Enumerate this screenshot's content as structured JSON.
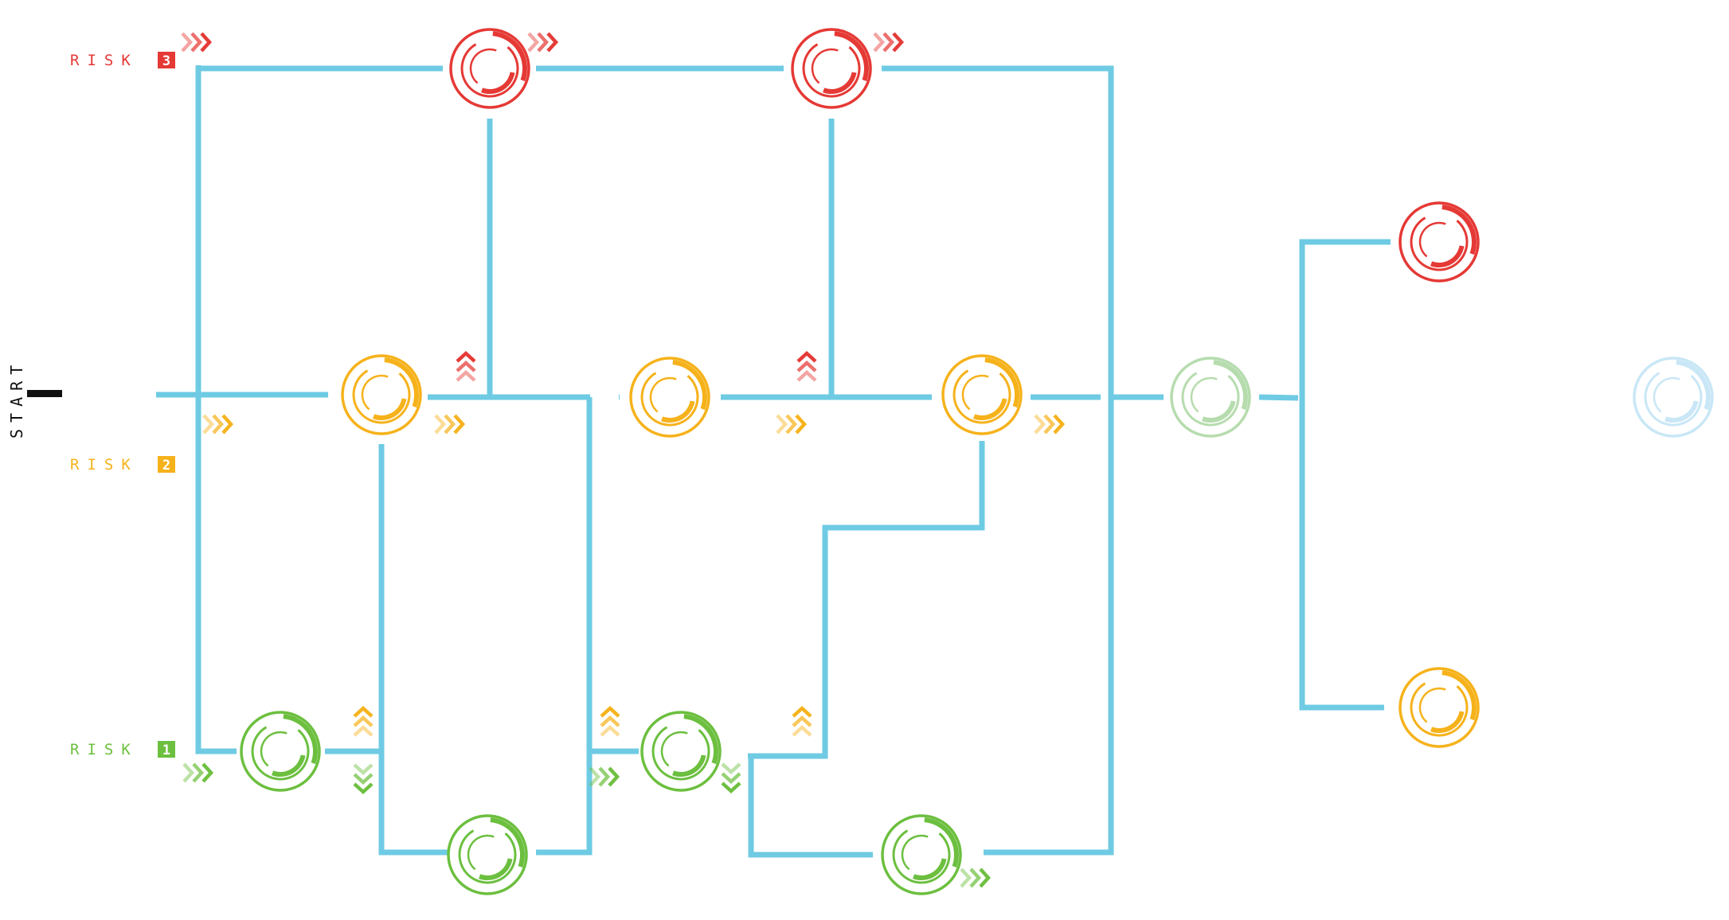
{
  "start_label": "START",
  "colors": {
    "line": "#6ecbe3",
    "risk3": "#e53935",
    "risk2": "#f6b21b",
    "risk1": "#6cbf3f",
    "faded_green": "#b6dcae",
    "faded_blue": "#c9e7f6",
    "start_bar": "#111111"
  },
  "risk_levels": [
    {
      "id": "risk3",
      "label": "RISK",
      "badge": "3",
      "color": "#e53935"
    },
    {
      "id": "risk2",
      "label": "RISK",
      "badge": "2",
      "color": "#f6b21b"
    },
    {
      "id": "risk1",
      "label": "RISK",
      "badge": "1",
      "color": "#6cbf3f"
    }
  ],
  "nodes": [
    {
      "id": "r3-a",
      "level": "risk3",
      "icon": "progress-ring-icon"
    },
    {
      "id": "r3-b",
      "level": "risk3",
      "icon": "progress-ring-icon"
    },
    {
      "id": "r3-end",
      "level": "risk3",
      "icon": "progress-ring-icon"
    },
    {
      "id": "r2-a",
      "level": "risk2",
      "icon": "progress-ring-icon"
    },
    {
      "id": "r2-b",
      "level": "risk2",
      "icon": "progress-ring-icon"
    },
    {
      "id": "r2-c",
      "level": "risk2",
      "icon": "progress-ring-icon"
    },
    {
      "id": "r2-end",
      "level": "risk2",
      "icon": "progress-ring-icon"
    },
    {
      "id": "merge",
      "level": "faded_green",
      "icon": "progress-ring-icon"
    },
    {
      "id": "future",
      "level": "faded_blue",
      "icon": "progress-ring-icon"
    },
    {
      "id": "r1-a",
      "level": "risk1",
      "icon": "progress-ring-icon"
    },
    {
      "id": "r1-b",
      "level": "risk1",
      "icon": "progress-ring-icon"
    },
    {
      "id": "r1-c",
      "level": "risk1",
      "icon": "progress-ring-icon"
    },
    {
      "id": "r1-d",
      "level": "risk1",
      "icon": "progress-ring-icon"
    }
  ],
  "arrow_groups": [
    {
      "id": "arr-r3-1",
      "dir": "right",
      "level": "risk3",
      "icon": "triple-chevron-right-icon"
    },
    {
      "id": "arr-r3-2",
      "dir": "right",
      "level": "risk3",
      "icon": "triple-chevron-right-icon"
    },
    {
      "id": "arr-r3-3",
      "dir": "right",
      "level": "risk3",
      "icon": "triple-chevron-right-icon"
    },
    {
      "id": "arr-up-r3-1",
      "dir": "up",
      "level": "risk3",
      "icon": "triple-chevron-up-icon"
    },
    {
      "id": "arr-up-r3-2",
      "dir": "up",
      "level": "risk3",
      "icon": "triple-chevron-up-icon"
    },
    {
      "id": "arr-r2-1",
      "dir": "right",
      "level": "risk2",
      "icon": "triple-chevron-right-icon"
    },
    {
      "id": "arr-r2-2",
      "dir": "right",
      "level": "risk2",
      "icon": "triple-chevron-right-icon"
    },
    {
      "id": "arr-r2-3",
      "dir": "right",
      "level": "risk2",
      "icon": "triple-chevron-right-icon"
    },
    {
      "id": "arr-r2-4",
      "dir": "right",
      "level": "risk2",
      "icon": "triple-chevron-right-icon"
    },
    {
      "id": "arr-up-r2-1",
      "dir": "up",
      "level": "risk2",
      "icon": "triple-chevron-up-icon"
    },
    {
      "id": "arr-up-r2-2",
      "dir": "up",
      "level": "risk2",
      "icon": "triple-chevron-up-icon"
    },
    {
      "id": "arr-up-r2-3",
      "dir": "up",
      "level": "risk2",
      "icon": "triple-chevron-up-icon"
    },
    {
      "id": "arr-r1-1",
      "dir": "right",
      "level": "risk1",
      "icon": "triple-chevron-right-icon"
    },
    {
      "id": "arr-r1-2",
      "dir": "right",
      "level": "risk1",
      "icon": "triple-chevron-right-icon"
    },
    {
      "id": "arr-r1-3",
      "dir": "right",
      "level": "risk1",
      "icon": "triple-chevron-right-icon"
    },
    {
      "id": "arr-down-r1-1",
      "dir": "down",
      "level": "risk1",
      "icon": "triple-chevron-down-icon"
    },
    {
      "id": "arr-down-r1-2",
      "dir": "down",
      "level": "risk1",
      "icon": "triple-chevron-down-icon"
    }
  ]
}
